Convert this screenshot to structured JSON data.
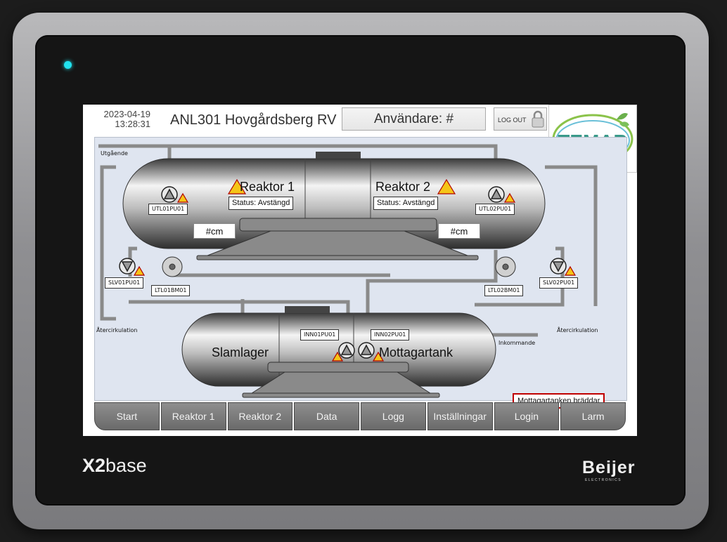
{
  "device": {
    "brand_model": "X2",
    "brand_model_suffix": "base",
    "manufacturer": "Beijer",
    "manufacturer_sub": "ELECTRONICS",
    "led_color": "#21e3ef"
  },
  "header": {
    "date": "2023-04-19",
    "time": "13:28:31",
    "title": "ANL301 Hovgårdsberg RV",
    "user_label": "Användare: #",
    "logout_label": "LOG OUT",
    "logo_text": "TEMAB"
  },
  "process": {
    "outgoing_label": "Utgående",
    "recirc_left_label": "Återcirkulation",
    "recirc_right_label": "Återcirkulation",
    "incoming_label": "Inkommande",
    "reactor1": {
      "name": "Reaktor 1",
      "status": "Status: Avstängd",
      "level": "#cm"
    },
    "reactor2": {
      "name": "Reaktor 2",
      "status": "Status: Avstängd",
      "level": "#cm"
    },
    "sludge_tank": "Slamlager",
    "receiving_tank": "Mottagartank",
    "tags": {
      "utl01": "UTL01PU01",
      "utl02": "UTL02PU01",
      "slv01": "SLV01PU01",
      "slv02": "SLV02PU01",
      "ltl01": "LTL01BM01",
      "ltl02": "LTL02BM01",
      "inn01": "INN01PU01",
      "inn02": "INN02PU01"
    },
    "alarm_text": "Mottagartanken bräddar"
  },
  "nav": [
    "Start",
    "Reaktor 1",
    "Reaktor 2",
    "Data",
    "Logg",
    "Inställningar",
    "Login",
    "Larm"
  ],
  "colors": {
    "accent_alarm": "#c00000",
    "logo": "#3a9a8a",
    "panel_bg": "#dfe5f0"
  }
}
